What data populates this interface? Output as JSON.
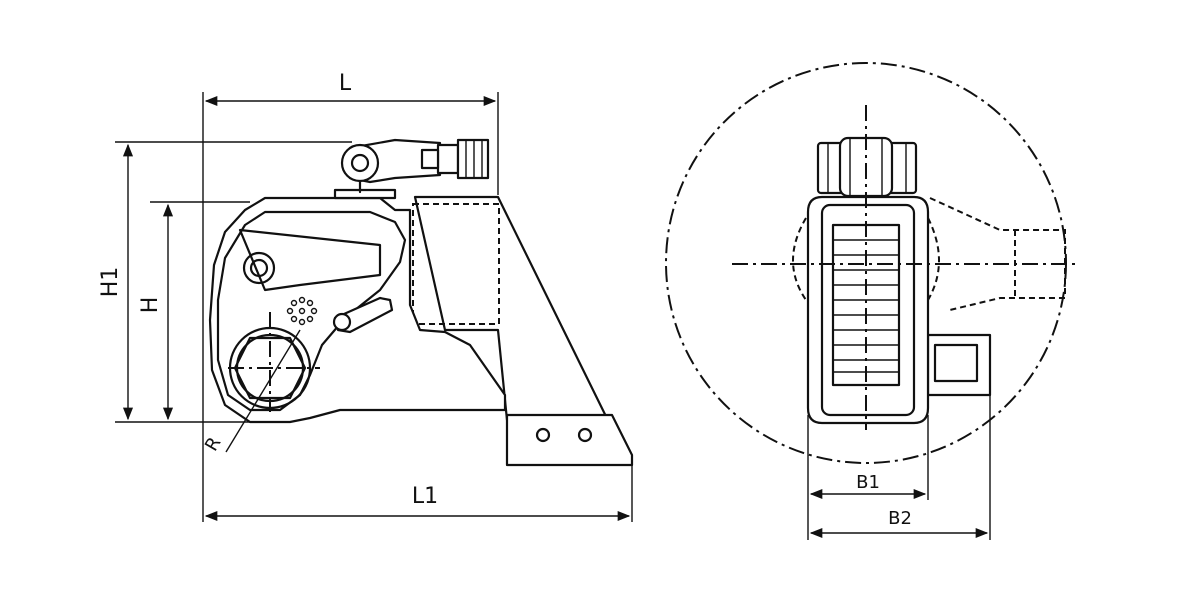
{
  "dimensions": {
    "L": "L",
    "L1": "L1",
    "H": "H",
    "H1": "H1",
    "R": "R",
    "B1": "B1",
    "B2": "B2"
  }
}
